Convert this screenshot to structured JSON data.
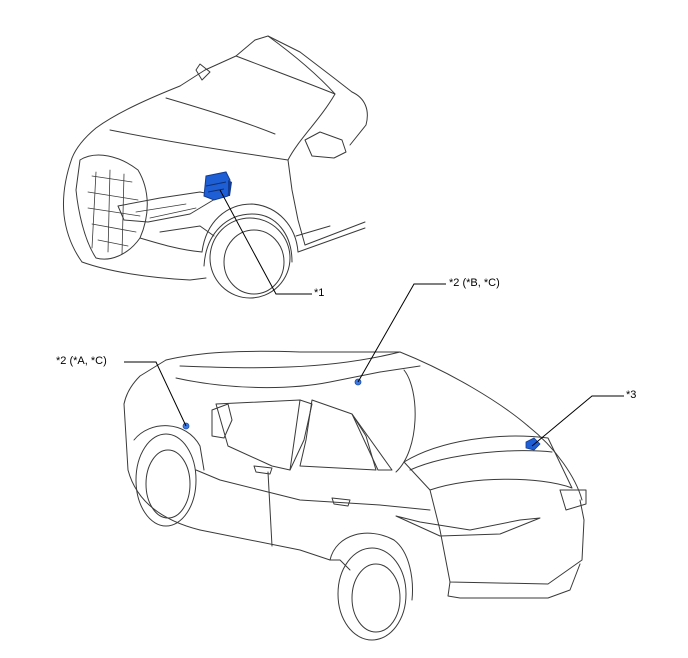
{
  "callouts": {
    "c1": "*1",
    "c2_bc": "*2 (*B, *C)",
    "c2_ac": "*2 (*A, *C)",
    "c3": "*3"
  },
  "colors": {
    "component_fill": "#1f5fd6",
    "component_dark": "#123c94",
    "sensor_dot": "#3b78e0",
    "outline": "#3a3a3a",
    "leader": "#000000",
    "background": "#ffffff"
  },
  "icons": {
    "front_view": "car-front-quarter-view",
    "rear_view": "car-rear-quarter-view"
  }
}
